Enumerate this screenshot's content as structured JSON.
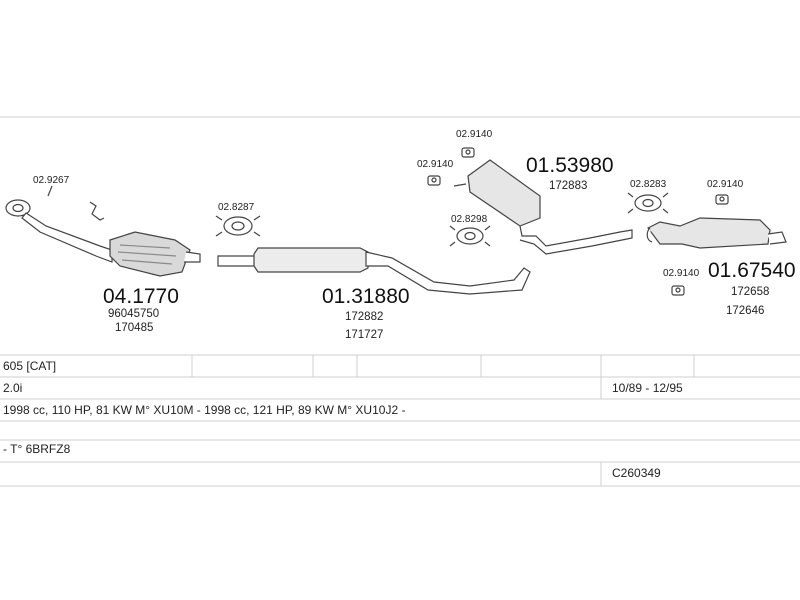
{
  "parts": {
    "catalyst": {
      "number": "04.1770",
      "refs": [
        "96045750",
        "170485"
      ]
    },
    "catalyst_clamp": "02.9267",
    "front_clamp": "02.8287",
    "middle_pipe": {
      "number": "01.31880",
      "refs": [
        "172882",
        "171727"
      ]
    },
    "mid_silencer": {
      "number": "01.53980",
      "refs": [
        "172883"
      ]
    },
    "mid_hanger_top": "02.9140",
    "mid_hanger_left": "02.9140",
    "mid_clamp": "02.8298",
    "rear_clamp": "02.8283",
    "rear_hanger_top": "02.9140",
    "rear_hanger_bottom": "02.9140",
    "rear_silencer": {
      "number": "01.67540",
      "refs": [
        "172658",
        "172646"
      ]
    }
  },
  "vehicle": {
    "model": "605  [CAT]",
    "engine": "2.0i",
    "years": "10/89 - 12/95",
    "specs": "1998 cc, 110 HP, 81 KW M° XU10M - 1998 cc, 121 HP, 89 KW M° XU10J2 -",
    "type_code": "- T° 6BRFZ8",
    "catalog_code": "C260349"
  },
  "colors": {
    "line": "#444444",
    "part": "#8a8a8a",
    "rule": "#cfcfcf"
  }
}
